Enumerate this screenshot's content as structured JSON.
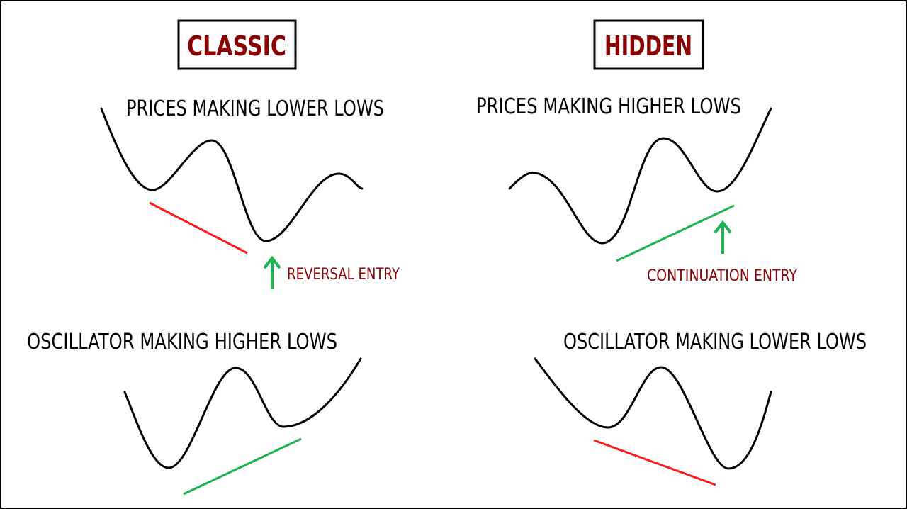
{
  "colors": {
    "curve": "#000000",
    "title": "#8b0000",
    "red_line": "#ff1a1a",
    "green_line": "#1ab34d",
    "entry_text": "#8b0000"
  },
  "classic": {
    "title": "CLASSIC",
    "price_label": "PRICES MAKING LOWER LOWS",
    "entry_label": "REVERSAL ENTRY",
    "oscillator_label": "OSCILLATOR MAKING HIGHER LOWS"
  },
  "hidden": {
    "title": "HIDDEN",
    "price_label": "PRICES MAKING HIGHER LOWS",
    "entry_label": "CONTINUATION ENTRY",
    "oscillator_label": "OSCILLATOR MAKING LOWER LOWS"
  },
  "icons": {
    "classic_entry_arrow": "up-arrow-icon",
    "hidden_entry_arrow": "up-arrow-icon"
  }
}
